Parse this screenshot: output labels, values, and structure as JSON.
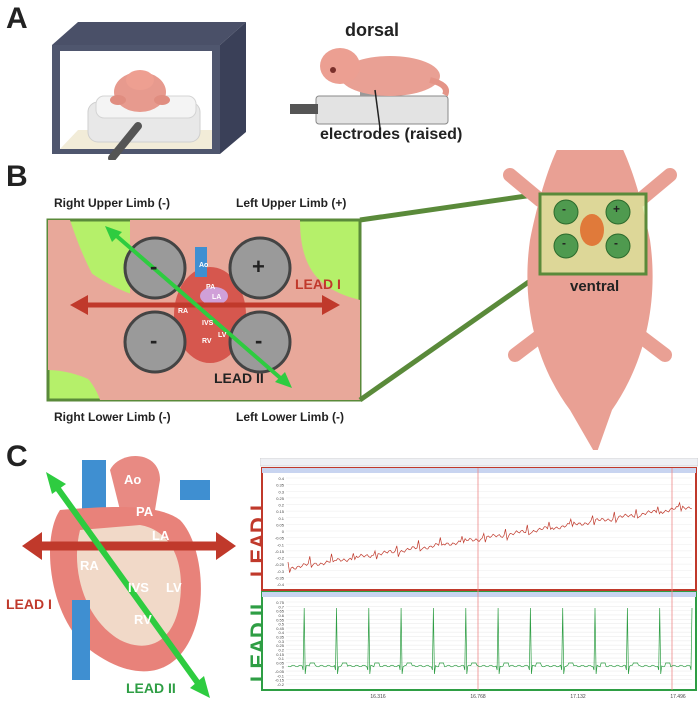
{
  "panels": {
    "a": "A",
    "b": "B",
    "c": "C"
  },
  "panel_a": {
    "dorsal_label": "dorsal",
    "electrodes_label": "electrodes (raised)"
  },
  "panel_b": {
    "right_upper": "Right Upper Limb  (-)",
    "left_upper": "Left Upper Limb  (+)",
    "right_lower": "Right Lower Limb  (-)",
    "left_lower": "Left Lower Limb  (-)",
    "lead_i": "LEAD I",
    "lead_ii": "LEAD II",
    "ventral_label": "ventral",
    "electrode_signs": [
      "-",
      "+",
      "-",
      "-"
    ],
    "heart_labels": [
      "Ao",
      "PA",
      "LA",
      "RA",
      "IVS",
      "LV",
      "RV"
    ]
  },
  "panel_c": {
    "heart_labels": [
      "Ao",
      "PA",
      "LA",
      "RA",
      "IVS",
      "LV",
      "RV"
    ],
    "lead_i": "LEAD I",
    "lead_ii": "LEAD II",
    "trace_i_label": "LEAD I",
    "trace_ii_label": "LEAD II",
    "trace_i_yticks": [
      "0.4",
      "0.35",
      "0.3",
      "0.25",
      "0.2",
      "0.15",
      "0.1",
      "0.05",
      "0",
      "-0.05",
      "-0.1",
      "-0.15",
      "-0.2",
      "-0.25",
      "-0.3",
      "-0.35",
      "-0.4"
    ],
    "trace_ii_yticks": [
      "0.75",
      "0.7",
      "0.65",
      "0.6",
      "0.55",
      "0.5",
      "0.45",
      "0.4",
      "0.35",
      "0.3",
      "0.25",
      "0.2",
      "0.15",
      "0.1",
      "0.05",
      "0",
      "-0.05",
      "-0.1",
      "-0.15",
      "-0.2"
    ],
    "time_ticks": [
      "16.316",
      "16.768",
      "17.132",
      "17.496"
    ],
    "colors": {
      "lead_i": "#c0392b",
      "lead_ii": "#2e9e44",
      "green_arrow": "#2ecc40",
      "red_arrow": "#c0392b"
    }
  }
}
